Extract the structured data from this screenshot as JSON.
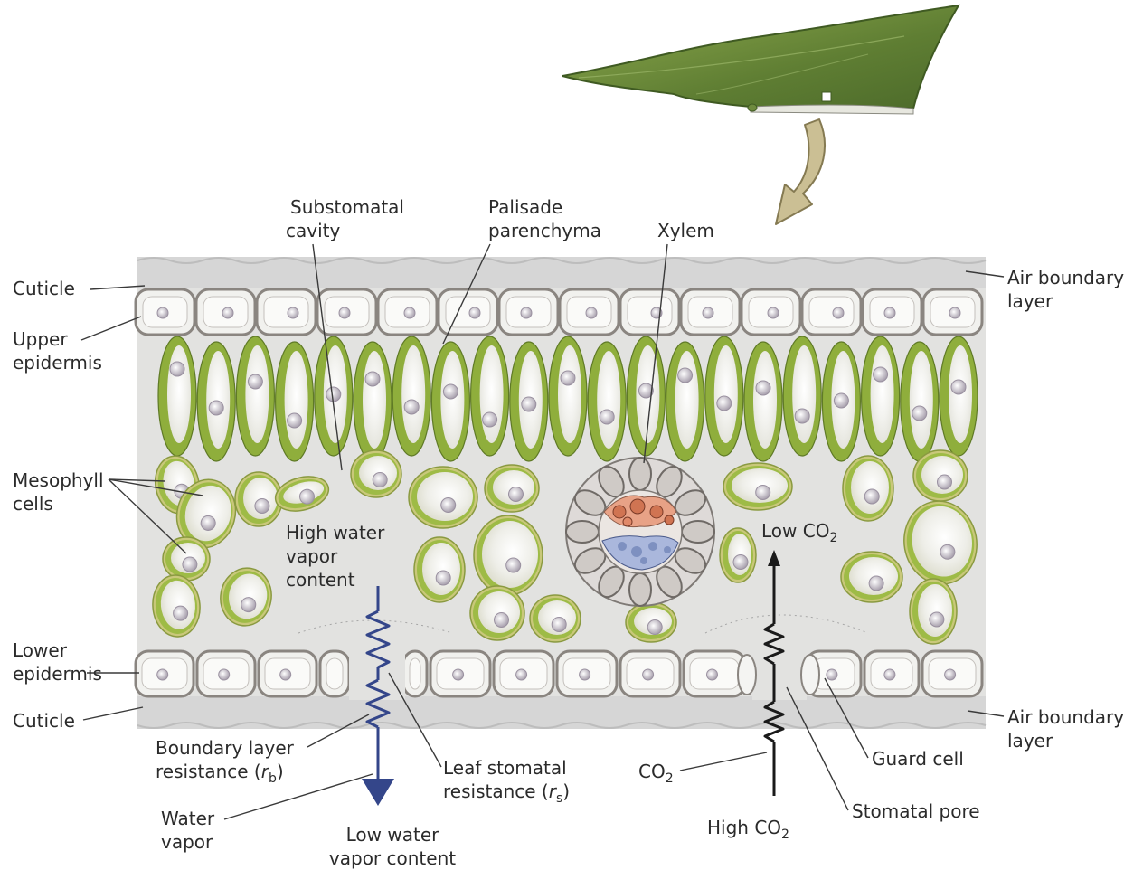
{
  "labels": {
    "substomatal_1": "Substomatal",
    "substomatal_2": "cavity",
    "palisade_1": "Palisade",
    "palisade_2": "parenchyma",
    "xylem": "Xylem",
    "cuticle_top": "Cuticle",
    "upper_epidermis_1": "Upper",
    "upper_epidermis_2": "epidermis",
    "air_boundary_top_1": "Air boundary",
    "air_boundary_top_2": "layer",
    "mesophyll_1": "Mesophyll",
    "mesophyll_2": "cells",
    "high_water_1": "High water",
    "high_water_2": "vapor",
    "high_water_3": "content",
    "low_co2_main": "Low CO",
    "low_co2_sub": "2",
    "lower_epidermis_1": "Lower",
    "lower_epidermis_2": "epidermis",
    "cuticle_bottom": "Cuticle",
    "air_boundary_bottom_1": "Air boundary",
    "air_boundary_bottom_2": "layer",
    "boundary_res_1": "Boundary layer",
    "boundary_res_2": "resistance (",
    "boundary_res_r": "r",
    "boundary_res_sub": "b",
    "boundary_res_close": ")",
    "stomatal_res_1": "Leaf stomatal",
    "stomatal_res_2": "resistance (",
    "stomatal_res_r": "r",
    "stomatal_res_sub": "s",
    "stomatal_res_close": ")",
    "co2_main": "CO",
    "co2_sub": "2",
    "guard_cell": "Guard cell",
    "stomatal_pore": "Stomatal pore",
    "water_vapor_1": "Water",
    "water_vapor_2": "vapor",
    "low_water_1": "Low water",
    "low_water_2": "vapor content",
    "high_co2_main": "High CO",
    "high_co2_sub": "2"
  },
  "colors": {
    "background": "#ffffff",
    "boundary_layer": "#d6d6d6",
    "leaf_interior": "#e2e2e0",
    "cell_wall": "#8a8580",
    "cell_fill": "#f4f4f2",
    "chloroplast_green": "#8fae3c",
    "mesophyll_rim": "#c9c87a",
    "nucleus": "#b8b0bc",
    "leaf_green": "#6b8a3a",
    "arrow_tan": "#cbbf94",
    "water_resistor_blue": "#34468a",
    "co2_resistor_black": "#1a1a1a",
    "leader_line": "#3a3a3a",
    "xylem_red": "#d07452",
    "phloem_blue": "#7e90c0"
  }
}
